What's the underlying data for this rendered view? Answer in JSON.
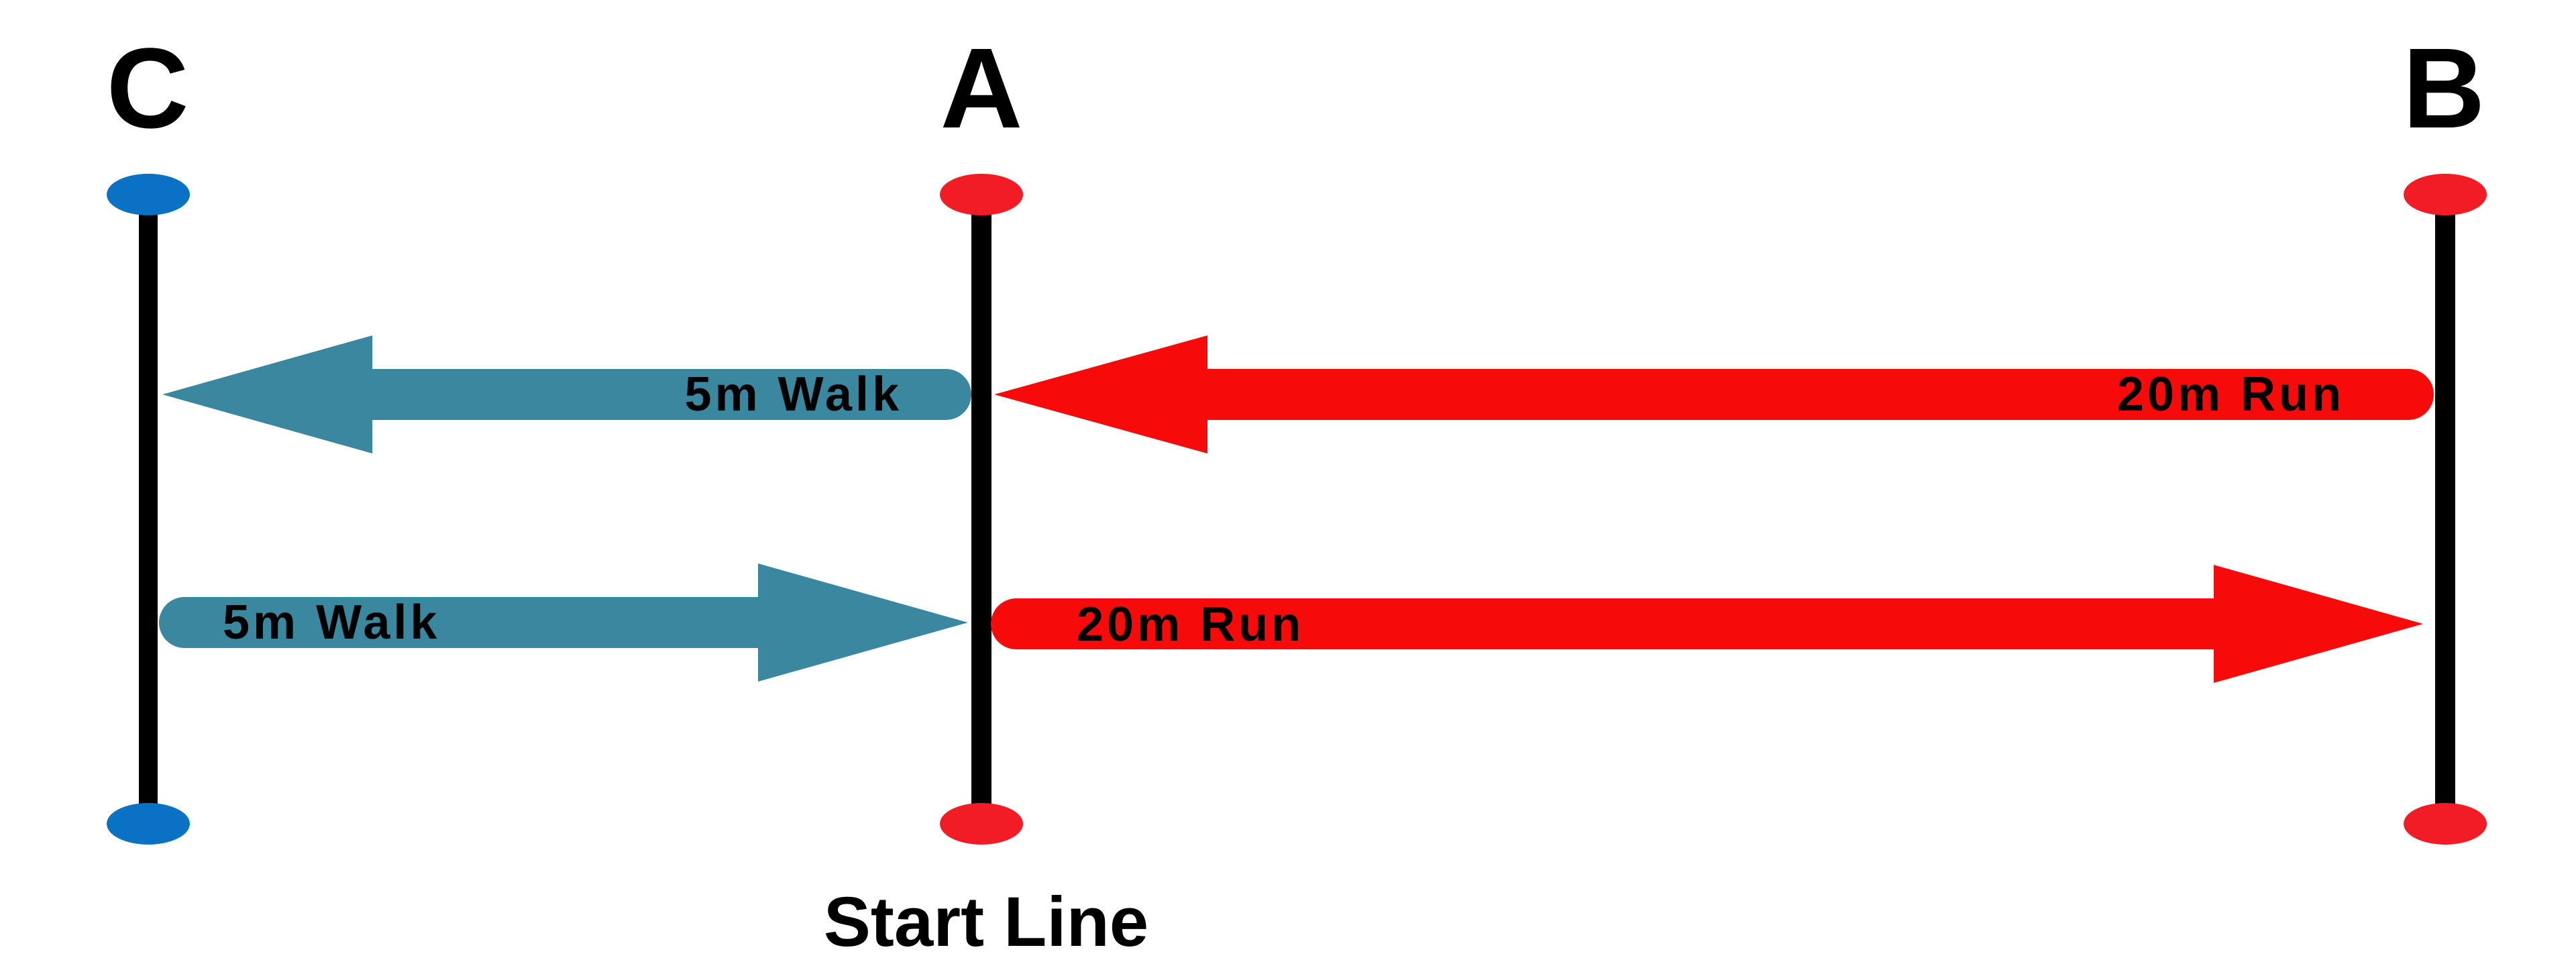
{
  "colors": {
    "walk": "#3a87a0",
    "run": "#f70a0a",
    "cone_blue": "#0a72c2",
    "cone_red": "#f21d24",
    "pole": "#000000"
  },
  "cones": [
    {
      "label": "C",
      "color": "cone_blue"
    },
    {
      "label": "A",
      "color": "cone_red"
    },
    {
      "label": "B",
      "color": "cone_red"
    }
  ],
  "arrows": {
    "walk_to_c": {
      "label": "5m Walk",
      "direction": "left"
    },
    "run_to_a": {
      "label": "20m Run",
      "direction": "left"
    },
    "walk_to_a": {
      "label": "5m Walk",
      "direction": "right"
    },
    "run_to_b": {
      "label": "20m Run",
      "direction": "right"
    }
  },
  "caption": "Start Line"
}
